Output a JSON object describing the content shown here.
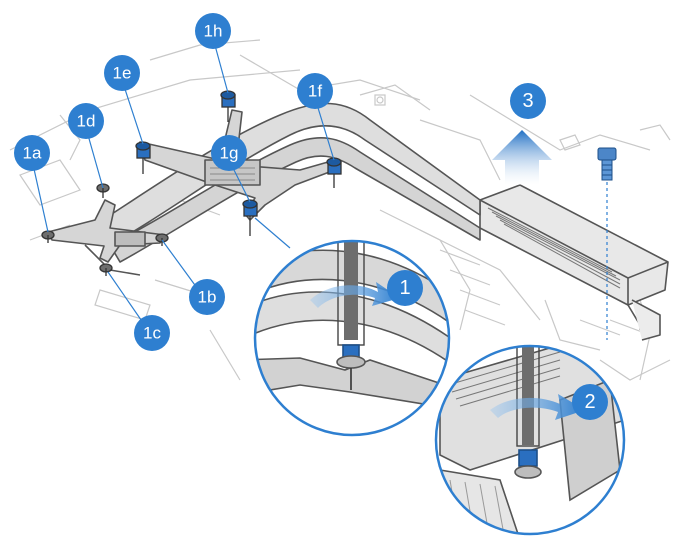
{
  "callouts": {
    "c1a": "1a",
    "c1b": "1b",
    "c1c": "1c",
    "c1d": "1d",
    "c1e": "1e",
    "c1f": "1f",
    "c1g": "1g",
    "c1h": "1h",
    "step1": "1",
    "step2": "2",
    "step3": "3"
  },
  "colors": {
    "badge": "#2e7fd0",
    "line": "#555555",
    "pipe_fill": "#dcdcdc",
    "bg_lines": "#c8c8c8",
    "arrow_blue": "#3b8fe0",
    "screw_blue": "#2a6fc0"
  }
}
